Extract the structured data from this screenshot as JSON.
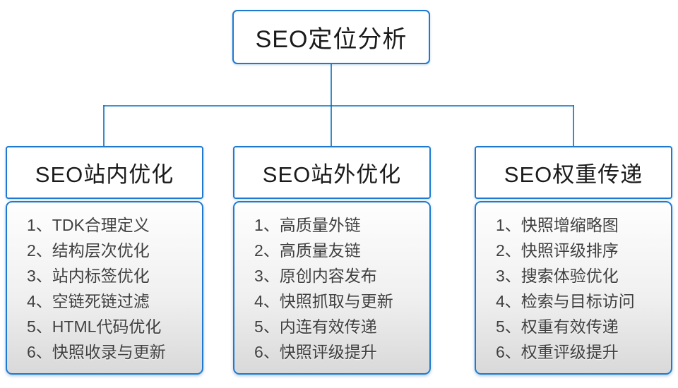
{
  "colors": {
    "connector": "#0070C0",
    "box_border": "#1E7AD1",
    "list_gradient_top": "#FEFEFE",
    "list_gradient_bottom": "#D9D9D9",
    "header_text": "#1A1A1A",
    "item_text": "#3F3F3F"
  },
  "root": {
    "title": "SEO定位分析"
  },
  "columns": [
    {
      "header": "SEO站内优化",
      "items": [
        "1、TDK合理定义",
        "2、结构层次优化",
        "3、站内标签优化",
        "4、空链死链过滤",
        "5、HTML代码优化",
        "6、快照收录与更新"
      ]
    },
    {
      "header": "SEO站外优化",
      "items": [
        "1、高质量外链",
        "2、高质量友链",
        "3、原创内容发布",
        "4、快照抓取与更新",
        "5、内连有效传递",
        "6、快照评级提升"
      ]
    },
    {
      "header": "SEO权重传递",
      "items": [
        "1、快照增缩略图",
        "2、快照评级排序",
        "3、搜索体验优化",
        "4、检索与目标访问",
        "5、权重有效传递",
        "6、权重评级提升"
      ]
    }
  ]
}
